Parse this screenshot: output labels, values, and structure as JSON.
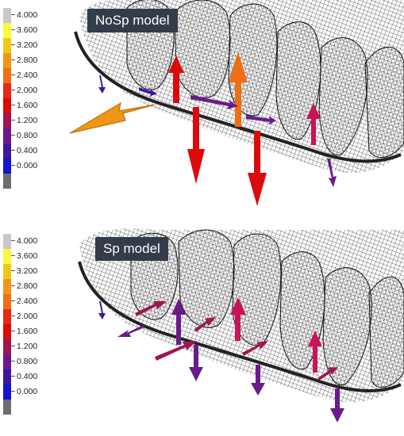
{
  "legend": {
    "labels": [
      "4.000",
      "3.600",
      "3.200",
      "2.800",
      "2.400",
      "2.000",
      "1.600",
      "1.200",
      "0.800",
      "0.400",
      "0.000"
    ],
    "colors": [
      "#c8c8c8",
      "#fafa3c",
      "#f0c814",
      "#f09614",
      "#f06e14",
      "#e62814",
      "#dc0a0a",
      "#a01450",
      "#6a1a8a",
      "#3c18a0",
      "#1414d2",
      "#6e6e6e"
    ]
  },
  "panels": {
    "top": {
      "label": "NoSp model"
    },
    "bottom": {
      "label": "Sp model"
    }
  }
}
